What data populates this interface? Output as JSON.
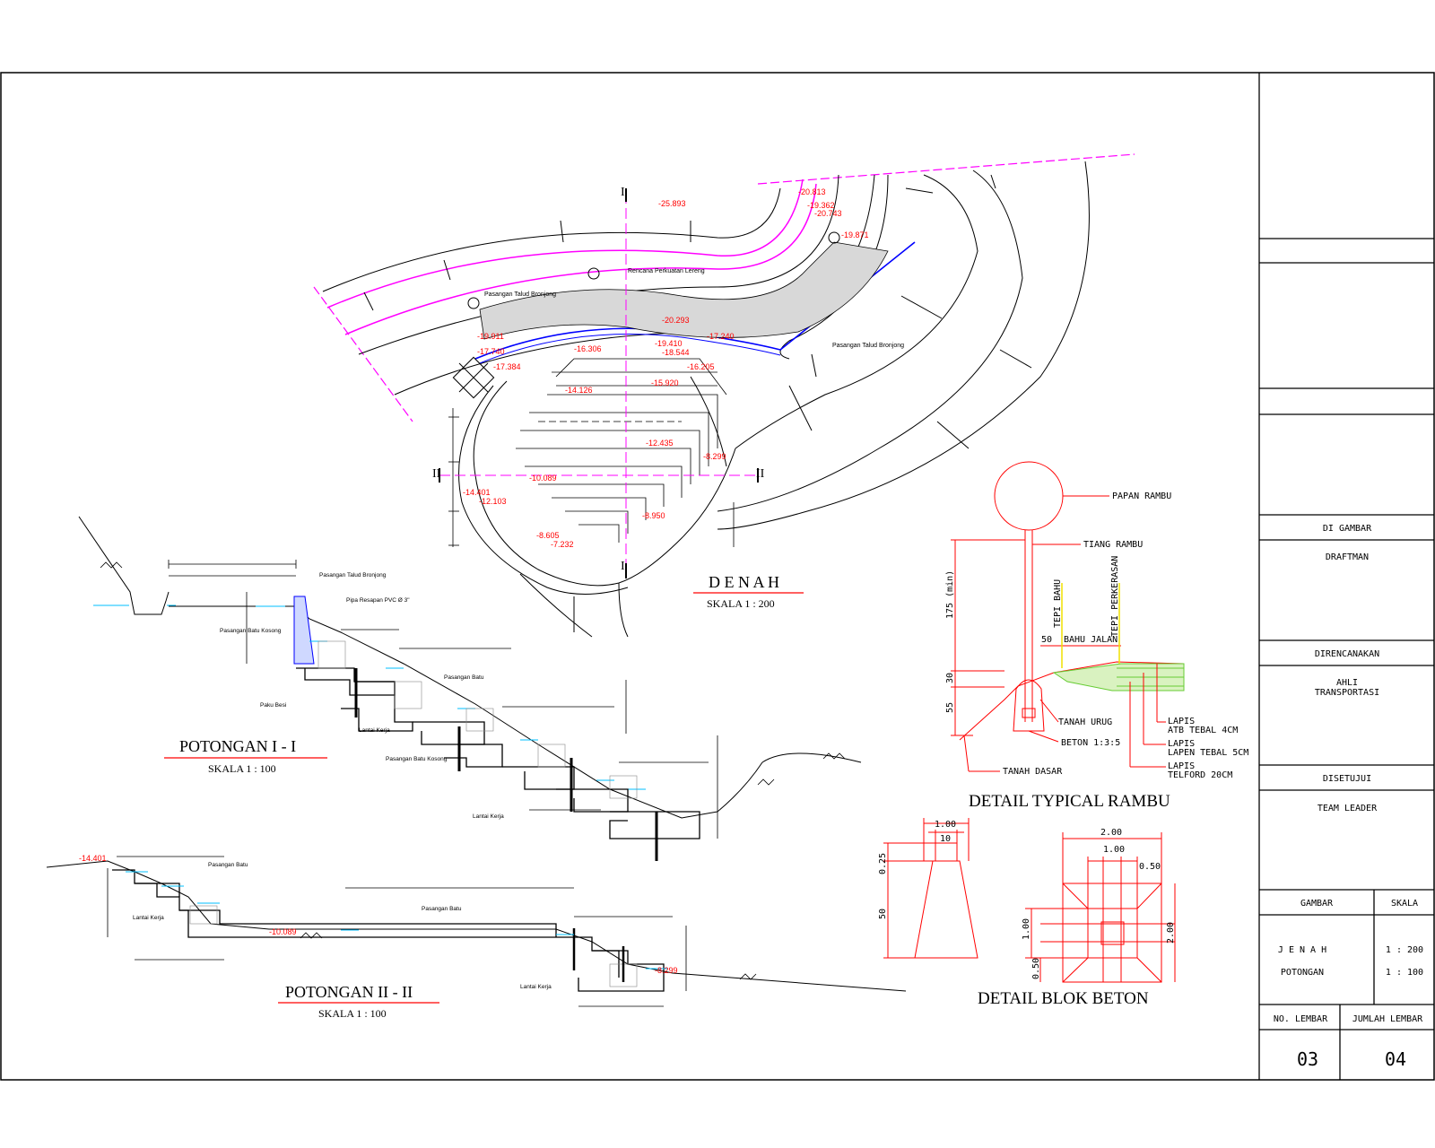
{
  "colors": {
    "line": "#000000",
    "accent_red": "#ff0000",
    "accent_magenta": "#ff00ff",
    "accent_blue": "#0000ff",
    "accent_cyan": "#00bfff",
    "accent_green": "#66cc33",
    "accent_yellow": "#f0e000"
  },
  "denah": {
    "title": "D E N A H",
    "scale": "SKALA 1 : 200",
    "section_marks": [
      "I",
      "I",
      "II",
      "II"
    ],
    "elevations": [
      "-25.893",
      "-20.813",
      "-19.362",
      "-20.743",
      "-19.871",
      "-19.911",
      "-17.740",
      "-20.293",
      "-17.384",
      "-16.306",
      "-19.410",
      "-18.544",
      "-17.240",
      "-16.205",
      "-14.126",
      "-15.920",
      "-12.435",
      "-8.299",
      "-10.089",
      "-14.401",
      "-12.103",
      "-8.950",
      "-8.605",
      "-7.232"
    ],
    "labels": [
      "Rencana Perkuatan Lereng",
      "Pasangan Talud Bronjong",
      "Pasangan Talud Bronjong"
    ]
  },
  "potongan1": {
    "title": "POTONGAN  I - I",
    "scale": "SKALA 1 : 100",
    "labels": [
      "Pasangan Talud Bronjong",
      "Pipa Resapan PVC Ø 3\"",
      "Pasangan Batu Kosong",
      "Pasangan Batu",
      "Lantai Kerja",
      "Paku Besi",
      "Pasangan Batu Kosong",
      "Lantai Kerja"
    ]
  },
  "potongan2": {
    "title": "POTONGAN  II - II",
    "scale": "SKALA 1 : 100",
    "elevations": [
      "-14.401",
      "-10.089",
      "-8.299"
    ],
    "labels": [
      "Pasangan Batu",
      "Pasangan Batu",
      "Lantai Kerja",
      "Lantai Kerja"
    ]
  },
  "rambu": {
    "title": "DETAIL TYPICAL RAMBU",
    "papan": "PAPAN RAMBU",
    "tiang": "TIANG RAMBU",
    "tepi_bahu": "TEPI BAHU",
    "tepi_perkerasan": "TEPI PERKERASAN",
    "bahu_jalan": "BAHU JALAN",
    "dim_50": "50",
    "dim_175": "175 (min)",
    "dim_30": "30",
    "dim_55": "55",
    "tanah_urug": "TANAH URUG",
    "beton": "BETON 1:3:5",
    "tanah_dasar": "TANAH DASAR",
    "lapis_atb_1": "LAPIS",
    "lapis_atb_2": "ATB TEBAL 4CM",
    "lapis_lapen_1": "LAPIS",
    "lapis_lapen_2": "LAPEN TEBAL 5CM",
    "lapis_telford_1": "LAPIS",
    "lapis_telford_2": "TELFORD 20CM"
  },
  "blok": {
    "title": "DETAIL BLOK BETON",
    "dims_left": [
      "1.00",
      "10",
      "0.25",
      "50"
    ],
    "dims_right": [
      "2.00",
      "1.00",
      "0.50",
      "1.00",
      "0.50",
      "2.00"
    ]
  },
  "title_block": {
    "digambar_label": "DI GAMBAR",
    "digambar_value": "DRAFTMAN",
    "direncanakan_label": "DIRENCANAKAN",
    "direncanakan_value_1": "AHLI",
    "direncanakan_value_2": "TRANSPORTASI",
    "disetujui_label": "DISETUJUI",
    "disetujui_value": "TEAM LEADER",
    "gambar_label": "GAMBAR",
    "skala_label": "SKALA",
    "gambar_1": "J E N A H",
    "gambar_2": "POTONGAN",
    "skala_1": "1 : 200",
    "skala_2": "1 : 100",
    "no_lembar_label": "NO. LEMBAR",
    "jumlah_lembar_label": "JUMLAH LEMBAR",
    "no_lembar": "03",
    "jumlah_lembar": "04"
  }
}
